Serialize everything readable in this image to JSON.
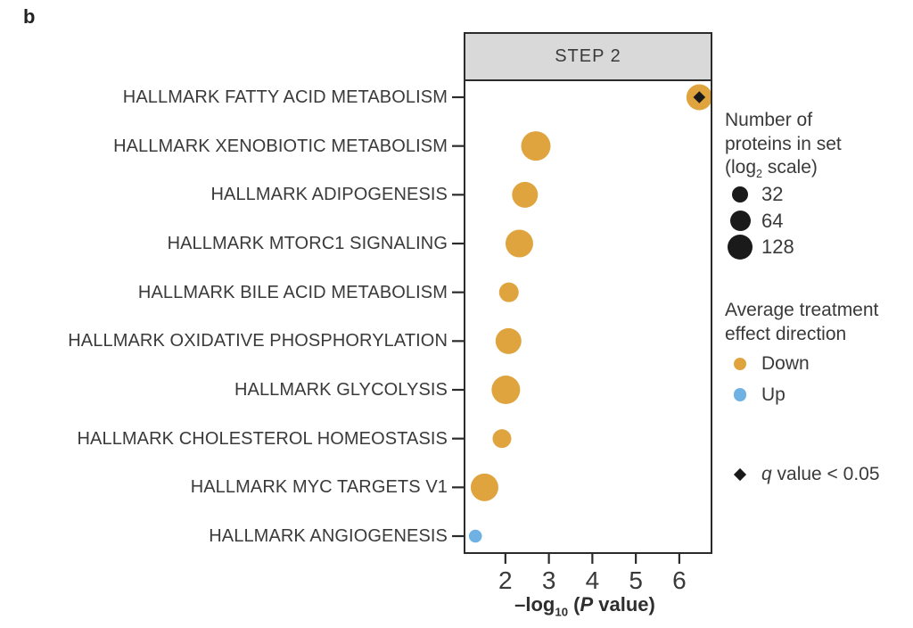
{
  "panel_label": "b",
  "colors": {
    "down": "#DFA43E",
    "up": "#6FB1E3",
    "marker_black": "#1A1A1A",
    "header_fill": "#D9D9D9",
    "border": "#2B2B2B",
    "text": "#3A3A3A"
  },
  "chart_data": {
    "type": "scatter",
    "header": "STEP 2",
    "xlabel_text": "–log10 (P value)",
    "xlabel_parts": {
      "pre": "–log",
      "sub": "10",
      "mid": " (",
      "italic": "P",
      "post": " value)"
    },
    "x_ticks": [
      "2",
      "3",
      "4",
      "5",
      "6"
    ],
    "x_range": [
      1.08,
      6.72
    ],
    "points": [
      {
        "set": "HALLMARK FATTY ACID METABOLISM",
        "neg_log10_p": 6.46,
        "direction": "Down",
        "q_lt_005": true,
        "dot_radius_px": 14.5,
        "approx_proteins": 150
      },
      {
        "set": "HALLMARK XENOBIOTIC METABOLISM",
        "neg_log10_p": 2.7,
        "direction": "Down",
        "q_lt_005": false,
        "dot_radius_px": 16.5,
        "approx_proteins": 250
      },
      {
        "set": "HALLMARK ADIPOGENESIS",
        "neg_log10_p": 2.45,
        "direction": "Down",
        "q_lt_005": false,
        "dot_radius_px": 14.5,
        "approx_proteins": 150
      },
      {
        "set": "HALLMARK MTORC1 SIGNALING",
        "neg_log10_p": 2.32,
        "direction": "Down",
        "q_lt_005": false,
        "dot_radius_px": 15.5,
        "approx_proteins": 190
      },
      {
        "set": "HALLMARK BILE ACID METABOLISM",
        "neg_log10_p": 2.08,
        "direction": "Down",
        "q_lt_005": false,
        "dot_radius_px": 11.0,
        "approx_proteins": 56
      },
      {
        "set": "HALLMARK OXIDATIVE PHOSPHORYLATION",
        "neg_log10_p": 2.07,
        "direction": "Down",
        "q_lt_005": false,
        "dot_radius_px": 14.5,
        "approx_proteins": 150
      },
      {
        "set": "HALLMARK GLYCOLYSIS",
        "neg_log10_p": 2.01,
        "direction": "Down",
        "q_lt_005": false,
        "dot_radius_px": 16.0,
        "approx_proteins": 220
      },
      {
        "set": "HALLMARK CHOLESTEROL HOMEOSTASIS",
        "neg_log10_p": 1.92,
        "direction": "Down",
        "q_lt_005": false,
        "dot_radius_px": 10.5,
        "approx_proteins": 50
      },
      {
        "set": "HALLMARK MYC TARGETS V1",
        "neg_log10_p": 1.52,
        "direction": "Down",
        "q_lt_005": false,
        "dot_radius_px": 15.5,
        "approx_proteins": 190
      },
      {
        "set": "HALLMARK ANGIOGENESIS",
        "neg_log10_p": 1.31,
        "direction": "Up",
        "q_lt_005": false,
        "dot_radius_px": 7.3,
        "approx_proteins": 20
      }
    ],
    "legend": {
      "size": {
        "title_lines": [
          "Number of",
          "proteins in set"
        ],
        "scale_line": {
          "pre": "(log",
          "sub": "2",
          "post": " scale)"
        },
        "entries": [
          {
            "label": "32",
            "r": 9.2
          },
          {
            "label": "64",
            "r": 11.5
          },
          {
            "label": "128",
            "r": 14.0
          }
        ]
      },
      "direction": {
        "title_lines": [
          "Average treatment",
          "effect direction"
        ],
        "entries": [
          {
            "label": "Down",
            "key": "down"
          },
          {
            "label": "Up",
            "key": "up"
          }
        ]
      },
      "q_note": {
        "italic": "q",
        "rest": " value < 0.05"
      }
    }
  }
}
